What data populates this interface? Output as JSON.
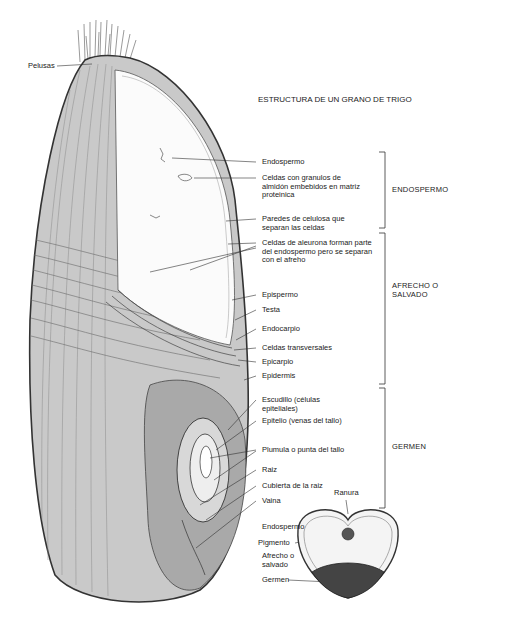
{
  "diagram": {
    "title": "ESTRUCTURA DE UN GRANO DE TRIGO",
    "labels": [
      "Pelusas",
      "Endospermo",
      "Celdas con granulos de almidón embebidos en matriz proteinica",
      "Paredes de celulosa que separan las celdas",
      "Celdas de aleurona forman parte del endospermo pero se separan con el afreho",
      "Epispermo",
      "Testa",
      "Endocarpio",
      "Celdas transversales",
      "Epicarpio",
      "Epidermis",
      "Escudillo (células epiteliales)",
      "Epitelio (venas del tallo)",
      "Plumula o punta del tallo",
      "Raiz",
      "Cubierta de la raiz",
      "Vaina",
      "ENDOSPERMO",
      "AFRECHO O SALVADO",
      "GERMEN",
      "Ranura",
      "Endospermo",
      "Pigmento",
      "Afrecho o salvado",
      "Germen"
    ]
  }
}
